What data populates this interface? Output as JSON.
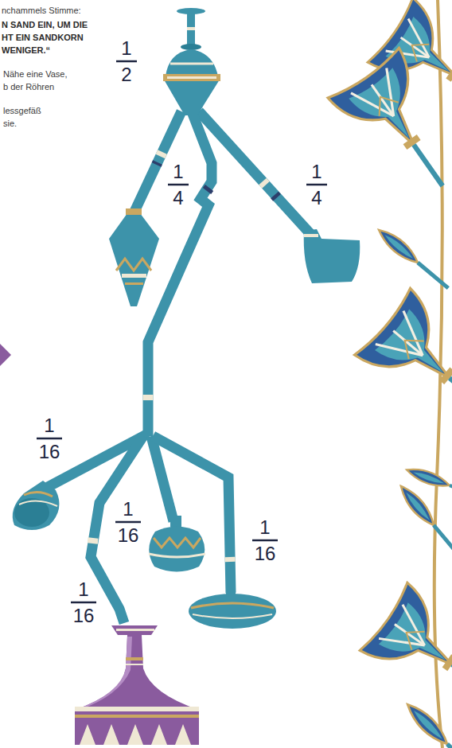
{
  "diagram": {
    "labels": [
      "nchammels Stimme:",
      "N SAND EIN, UM DIE",
      "HT EIN SANDKORN",
      "WENIGER.“",
      "Nähe eine Vase,",
      "b der Röhren",
      "lessgefäß",
      "sie.",
      "1",
      "2",
      "1",
      "4",
      "1",
      "4",
      "1",
      "16",
      "1",
      "16",
      "1",
      "16",
      "1",
      "16"
    ]
  }
}
